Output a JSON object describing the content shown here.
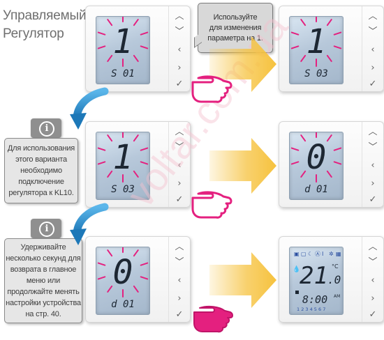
{
  "title": {
    "line1": "Управляемый",
    "line2": "Регулятор"
  },
  "device_buttons": [
    "︿",
    "﹀",
    "‹",
    "›",
    "✓"
  ],
  "panels": [
    {
      "big": "1",
      "sub": "S 01"
    },
    {
      "big": "1",
      "sub": "S 03"
    },
    {
      "big": "1",
      "sub": "S 03"
    },
    {
      "big": "0",
      "sub": "d 01"
    },
    {
      "big": "0",
      "sub": "d 01"
    },
    {
      "temp": "21",
      "temp_dec": ".0",
      "temp_unit": "°C",
      "time": "8:00",
      "ampm": "AM",
      "days": "1 2 3 4 5 6 7"
    }
  ],
  "callouts": {
    "top": [
      "Используйте",
      "для изменения",
      "параметра на 1."
    ],
    "middle": [
      "Для использования",
      "этого варианта",
      "необходимо",
      "подключение",
      "регулятора к KL10."
    ],
    "bottom": [
      "Удерживайте",
      "несколько секунд для",
      "возврата в главное",
      "меню или",
      "продолжайте менять",
      "настройки устройства",
      "на стр. 40."
    ]
  },
  "watermark": "voltar.com.ua",
  "colors": {
    "arrow_yellow": "#f6c23e",
    "arrow_blue": "#2f95d6",
    "hand_pink": "#e4207f",
    "lcd_segment": "#1d2733"
  }
}
